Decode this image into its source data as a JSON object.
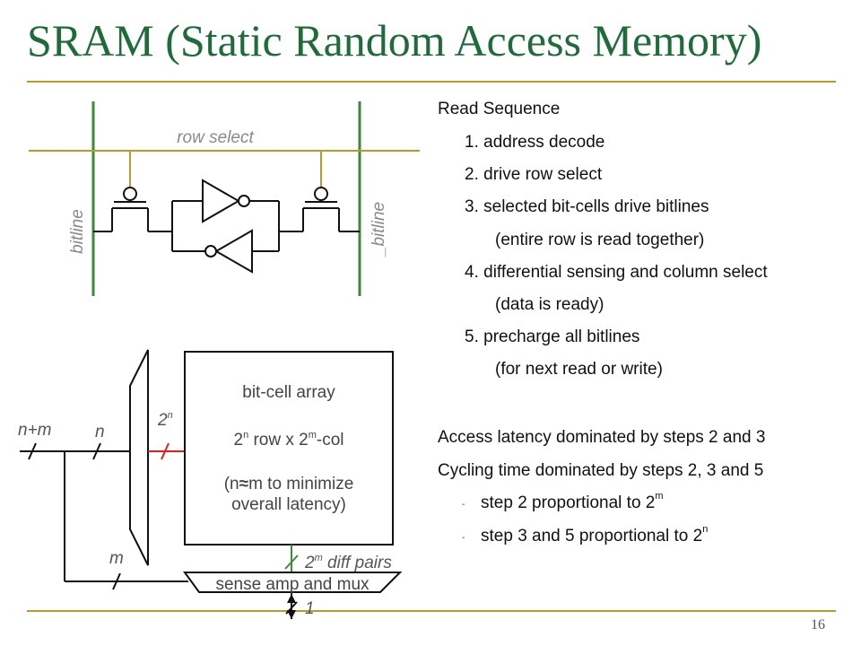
{
  "slide": {
    "title": "SRAM (Static Random Access Memory)",
    "page_number": "16"
  },
  "cell_diagram": {
    "row_select_label": "row select",
    "bitline_label": "bitline",
    "bitline_bar_label": "_bitline"
  },
  "array_diagram": {
    "array_title": "bit-cell array",
    "array_size_prefix": "2",
    "array_size_exp1": "n",
    "array_size_mid": " row x 2",
    "array_size_exp2": "m",
    "array_size_suffix": "-col",
    "note_prefix": "(n",
    "note_approx": "≈",
    "note_suffix": "m to minimize",
    "note_line2": "overall latency)",
    "label_nm": "n+m",
    "label_n": "n",
    "label_2n_base": "2",
    "label_2n_exp": "n",
    "label_m": "m",
    "diff_pairs_base": "2",
    "diff_pairs_exp": "m",
    "diff_pairs_suffix": " diff pairs",
    "sense_amp_label": "sense amp and mux",
    "output_label": "1"
  },
  "read_sequence": {
    "heading": "Read Sequence",
    "steps": [
      "1. address decode",
      "2. drive row select",
      "3. selected bit-cells drive bitlines",
      "(entire row is read together)",
      "4. differential sensing and column select",
      "(data is ready)",
      "5. precharge all bitlines",
      "(for next read or write)"
    ]
  },
  "latency": {
    "access": "Access latency dominated by steps 2 and 3",
    "cycling": "Cycling time dominated by steps 2, 3 and 5",
    "bullet1_text": "step 2 proportional to 2",
    "bullet1_exp": "m",
    "bullet2_text": "step 3 and 5 proportional to 2",
    "bullet2_exp": "n"
  },
  "colors": {
    "title_green": "#1f6b3a",
    "rule_gold": "#b69b2a",
    "bitline_green": "#3d8a3d",
    "row_select_gold": "#b69b2a",
    "bus_red": "#e02020"
  }
}
